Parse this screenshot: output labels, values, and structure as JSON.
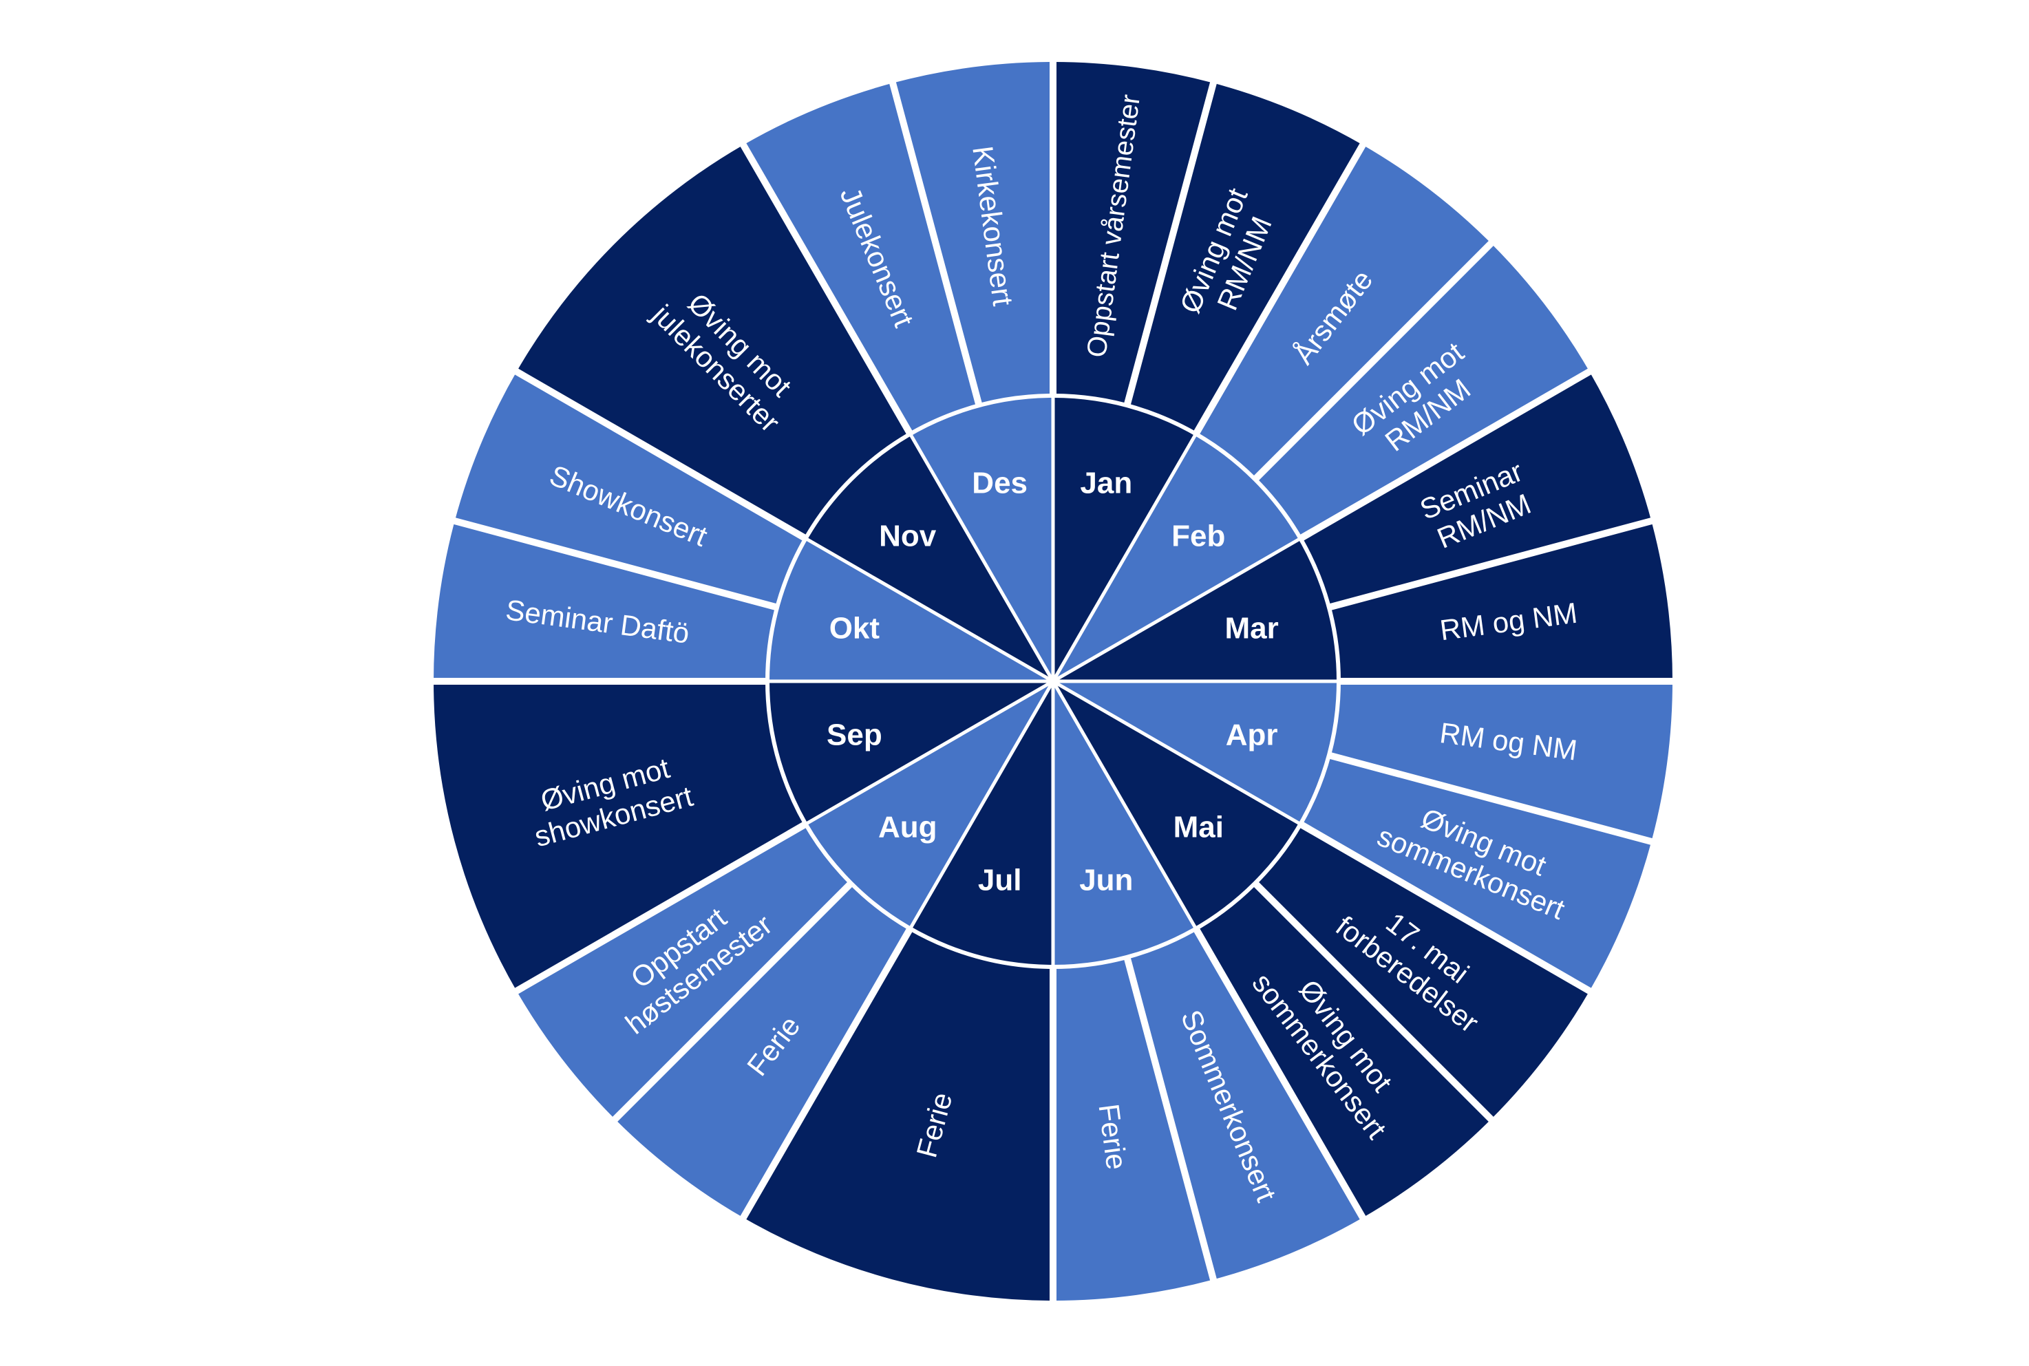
{
  "colors": {
    "dark": "#042060",
    "light": "#4674C6",
    "separator": "#ffffff",
    "text": "#ffffff"
  },
  "wheel": {
    "months": [
      {
        "label": "Jan",
        "color": "dark"
      },
      {
        "label": "Feb",
        "color": "light"
      },
      {
        "label": "Mar",
        "color": "dark"
      },
      {
        "label": "Apr",
        "color": "light"
      },
      {
        "label": "Mai",
        "color": "dark"
      },
      {
        "label": "Jun",
        "color": "light"
      },
      {
        "label": "Jul",
        "color": "dark"
      },
      {
        "label": "Aug",
        "color": "light"
      },
      {
        "label": "Sep",
        "color": "dark"
      },
      {
        "label": "Okt",
        "color": "light"
      },
      {
        "label": "Nov",
        "color": "dark"
      },
      {
        "label": "Des",
        "color": "light"
      }
    ],
    "activities": [
      {
        "month": "Jan",
        "lines": [
          "Oppstart vårsemester"
        ],
        "color": "dark"
      },
      {
        "month": "Jan",
        "lines": [
          "Øving mot",
          "RM/NM"
        ],
        "color": "dark"
      },
      {
        "month": "Feb",
        "lines": [
          "Årsmøte"
        ],
        "color": "light"
      },
      {
        "month": "Feb",
        "lines": [
          "Øving mot",
          "RM/NM"
        ],
        "color": "light"
      },
      {
        "month": "Mar",
        "lines": [
          "Seminar",
          "RM/NM"
        ],
        "color": "dark"
      },
      {
        "month": "Mar",
        "lines": [
          "RM og NM"
        ],
        "color": "dark"
      },
      {
        "month": "Apr",
        "lines": [
          "RM og NM"
        ],
        "color": "light"
      },
      {
        "month": "Apr",
        "lines": [
          "Øving mot",
          "sommerkonsert"
        ],
        "color": "light"
      },
      {
        "month": "Mai",
        "lines": [
          "17. mai",
          "forberedelser"
        ],
        "color": "dark"
      },
      {
        "month": "Mai",
        "lines": [
          "Øving mot",
          "sommerkonsert"
        ],
        "color": "dark"
      },
      {
        "month": "Jun",
        "lines": [
          "Sommerkonsert"
        ],
        "color": "light"
      },
      {
        "month": "Jun",
        "lines": [
          "Ferie"
        ],
        "color": "light"
      },
      {
        "month": "Jul",
        "lines": [
          "Ferie"
        ],
        "color": "dark"
      },
      {
        "month": "Aug",
        "lines": [
          "Ferie"
        ],
        "color": "light"
      },
      {
        "month": "Aug",
        "lines": [
          "Oppstart",
          "høstsemester"
        ],
        "color": "light"
      },
      {
        "month": "Sep",
        "lines": [
          "Øving mot",
          "showkonsert"
        ],
        "color": "dark"
      },
      {
        "month": "Okt",
        "lines": [
          "Seminar Daftö"
        ],
        "color": "light"
      },
      {
        "month": "Okt",
        "lines": [
          "Showkonsert"
        ],
        "color": "light"
      },
      {
        "month": "Nov",
        "lines": [
          "Øving mot",
          "julekonserter"
        ],
        "color": "dark"
      },
      {
        "month": "Des",
        "lines": [
          "Julekonsert"
        ],
        "color": "light"
      },
      {
        "month": "Des",
        "lines": [
          "Kirkekonsert"
        ],
        "color": "light"
      }
    ]
  }
}
